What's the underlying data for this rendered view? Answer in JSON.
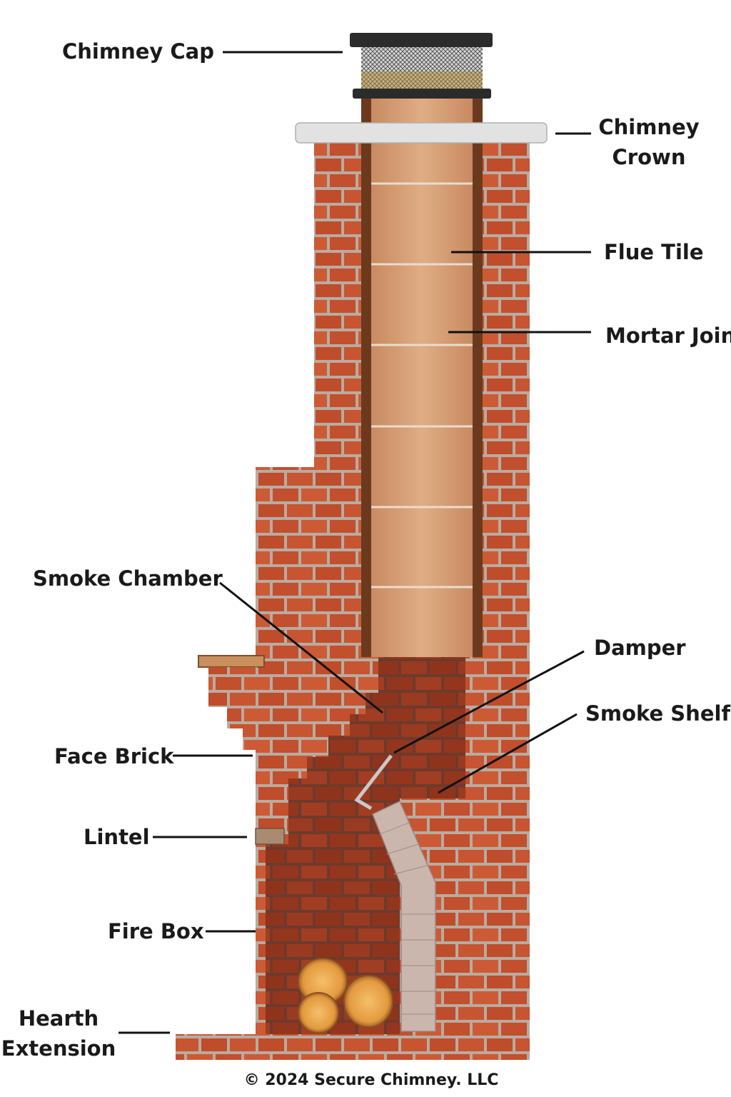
{
  "labels": {
    "chimney_cap": "Chimney Cap",
    "chimney_crown_line1": "Chimney",
    "chimney_crown_line2": "Crown",
    "flue_tile": "Flue Tile",
    "mortar_join": "Mortar Join",
    "smoke_chamber": "Smoke Chamber",
    "damper": "Damper",
    "smoke_shelf": "Smoke Shelf",
    "face_brick": "Face Brick",
    "lintel": "Lintel",
    "fire_box": "Fire Box",
    "hearth_extension_line1": "Hearth",
    "hearth_extension_line2": "Extension"
  },
  "copyright": "© 2024 Secure Chimney. LLC",
  "colors": {
    "brick": "#c4532f",
    "brick_dark": "#8a2e18",
    "mortar": "#b8a99c",
    "flue": "#d49a6e",
    "flue_liner": "#6b3a1e",
    "cap": "#2b2b2b",
    "crown": "#e2e2e2",
    "firebrick": "#c9b3ac",
    "log": "#e8a54a"
  }
}
